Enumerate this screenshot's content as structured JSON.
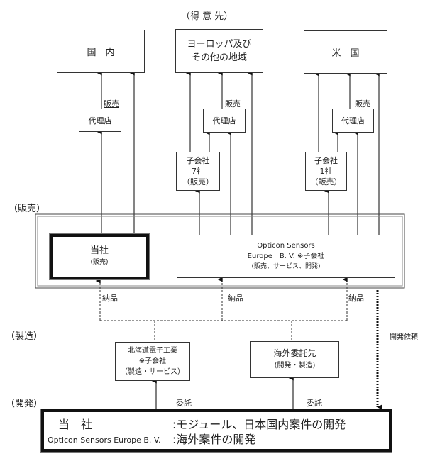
{
  "header": {
    "customers_title": "（得 意 先）"
  },
  "customers": {
    "domestic": "国　内",
    "europe_line1": "ヨーロッパ及び",
    "europe_line2": "その他の地域",
    "us": "米　国"
  },
  "agents": {
    "domestic": "代理店",
    "europe": "代理店",
    "us": "代理店"
  },
  "sales_labels": {
    "domestic": "販売",
    "europe": "販売",
    "us": "販売"
  },
  "subsidiaries": {
    "europe": {
      "line1": "子会社",
      "line2": "7社",
      "line3": "（販売）"
    },
    "us": {
      "line1": "子会社",
      "line2": "1社",
      "line3": "（販売）"
    }
  },
  "sections": {
    "sales": "（販売）",
    "manufacturing": "（製造）",
    "development": "（開発）"
  },
  "sales_box": {
    "company": {
      "name": "当社",
      "role": "(販売)"
    },
    "opticon": {
      "line1": "Opticon  Sensors",
      "line2": "Europe　B. V. ※子会社",
      "line3": "(販売、サービス、開発)"
    }
  },
  "delivery_labels": [
    "納品",
    "納品",
    "納品"
  ],
  "dev_request_label": "開発依頼",
  "manufacturing": {
    "hokkaido": {
      "line1": "北海道電子工業",
      "line2": "※子会社",
      "line3": "（製造・サービス）"
    },
    "overseas": {
      "line1": "海外委託先",
      "line2": "(開発・製造)"
    }
  },
  "outsourcing_labels": [
    "委託",
    "委託"
  ],
  "development_box": {
    "row1_entity": "当　社",
    "row1_desc": ":モジュール、日本国内案件の開発",
    "row2_entity": "Opticon Sensors Europe B. V.",
    "row2_desc": ":海外案件の開発"
  }
}
